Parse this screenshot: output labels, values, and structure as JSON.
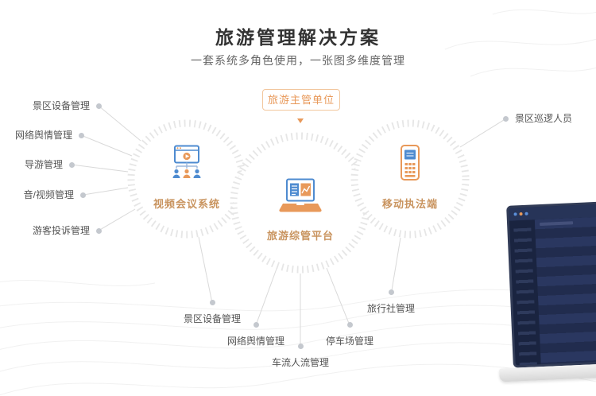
{
  "header": {
    "title": "旅游管理解决方案",
    "subtitle": "一套系统多角色使用，一张图多维度管理"
  },
  "diagram": {
    "authority_label": "旅游主管单位",
    "nodes": [
      {
        "icon": "video-conference-icon",
        "label": "视频会议系统"
      },
      {
        "icon": "laptop-chart-icon",
        "label": "旅游综管平台"
      },
      {
        "icon": "mobile-terminal-icon",
        "label": "移动执法端"
      }
    ],
    "left_items": [
      "景区设备管理",
      "网络舆情管理",
      "导游管理",
      "音/视频管理",
      "游客投诉管理"
    ],
    "right_items": [
      "景区巡逻人员"
    ],
    "bottom_items": [
      "景区设备管理",
      "网络舆情管理",
      "车流人流管理",
      "停车场管理",
      "旅行社管理"
    ]
  },
  "icons": [
    "video-conference-icon",
    "laptop-chart-icon",
    "mobile-terminal-icon",
    "down-arrow-icon"
  ],
  "colors": {
    "accent_orange": "#E8995A",
    "icon_blue": "#4E8BD0",
    "ring_gray": "#E6E6E6",
    "connector_gray": "#D9D9D9",
    "title_text": "#333333",
    "subtitle_text": "#666666",
    "label_text": "#555555",
    "dashboard_navy": "#222E52"
  }
}
